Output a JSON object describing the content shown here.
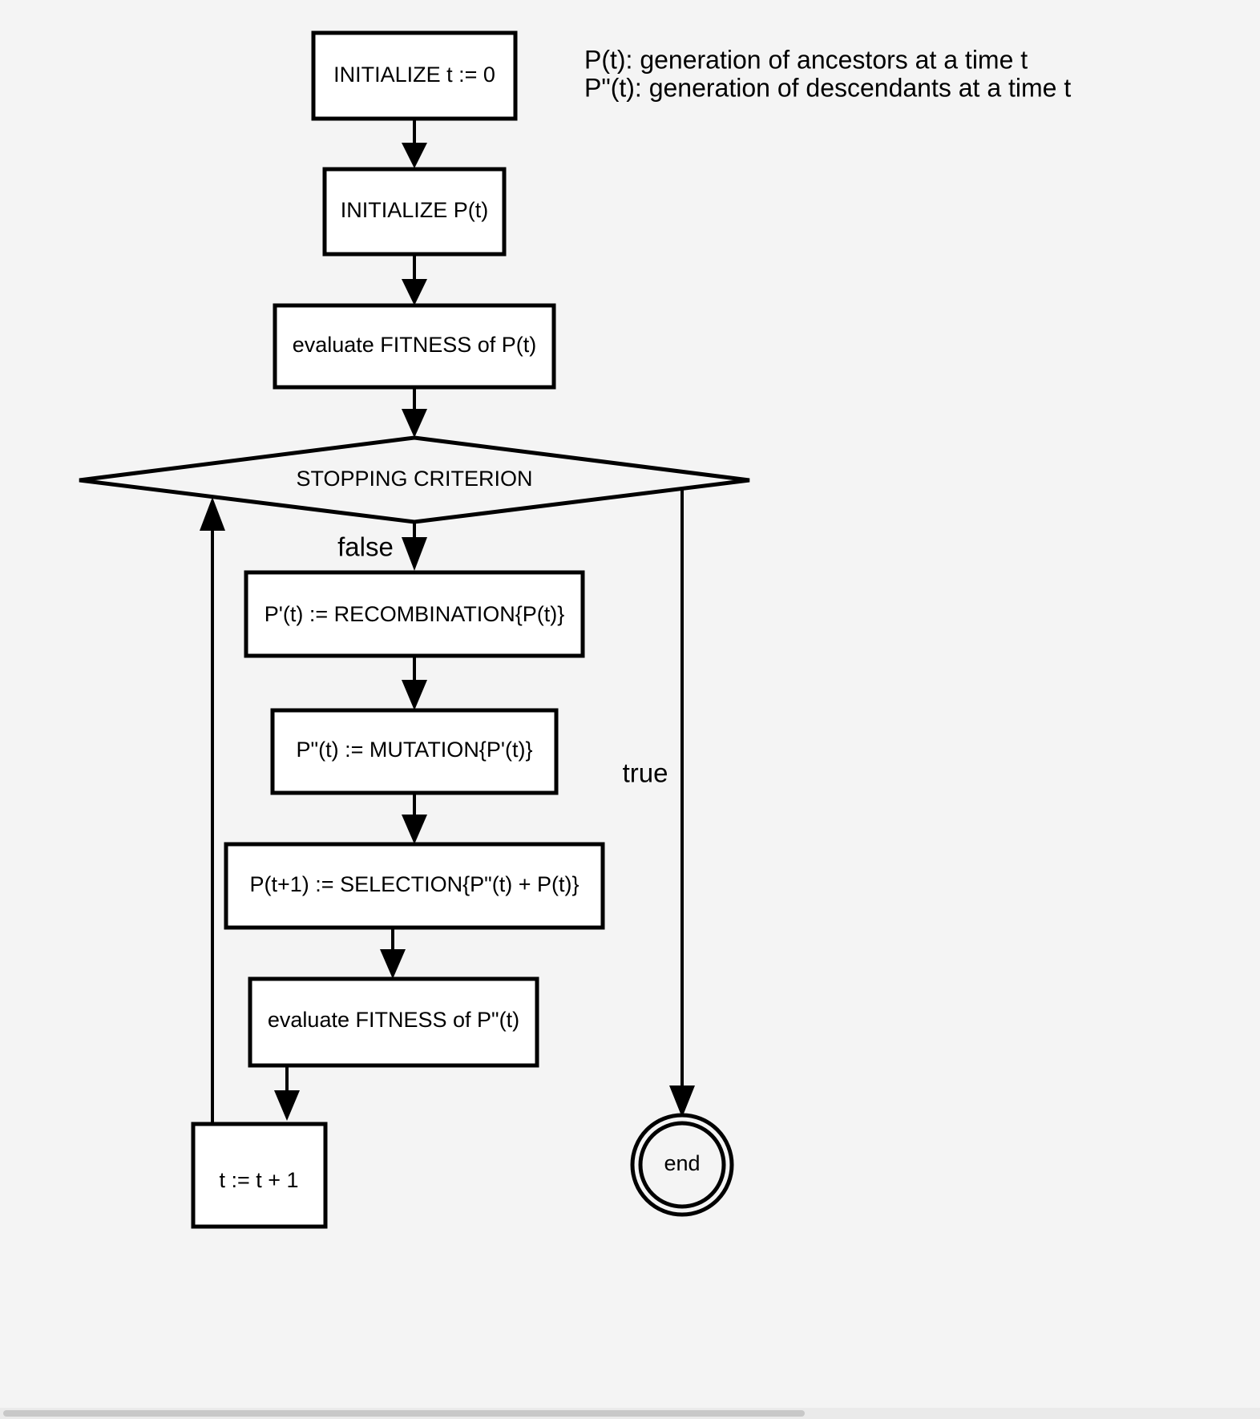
{
  "diagram": {
    "title": "Evolutionary Algorithm Flowchart",
    "background_color": "#f4f4f4",
    "node_fill": "#ffffff",
    "stroke_color": "#000000",
    "legend": {
      "line1": "P(t): generation of ancestors at a time t",
      "line2": "P\"(t): generation of descendants at a time t"
    },
    "nodes": {
      "initialize_t": "INITIALIZE t := 0",
      "initialize_p": "INITIALIZE P(t)",
      "evaluate_fitness_p": "evaluate FITNESS of P(t)",
      "stopping_criterion": "STOPPING CRITERION",
      "recombination": "P'(t) := RECOMBINATION{P(t)}",
      "mutation": "P\"(t) := MUTATION{P'(t)}",
      "selection": "P(t+1) := SELECTION{P\"(t) + P(t)}",
      "evaluate_fitness_pp": "evaluate FITNESS of P\"(t)",
      "increment_t": "t := t + 1",
      "end": "end"
    },
    "edge_labels": {
      "false": "false",
      "true": "true"
    }
  }
}
